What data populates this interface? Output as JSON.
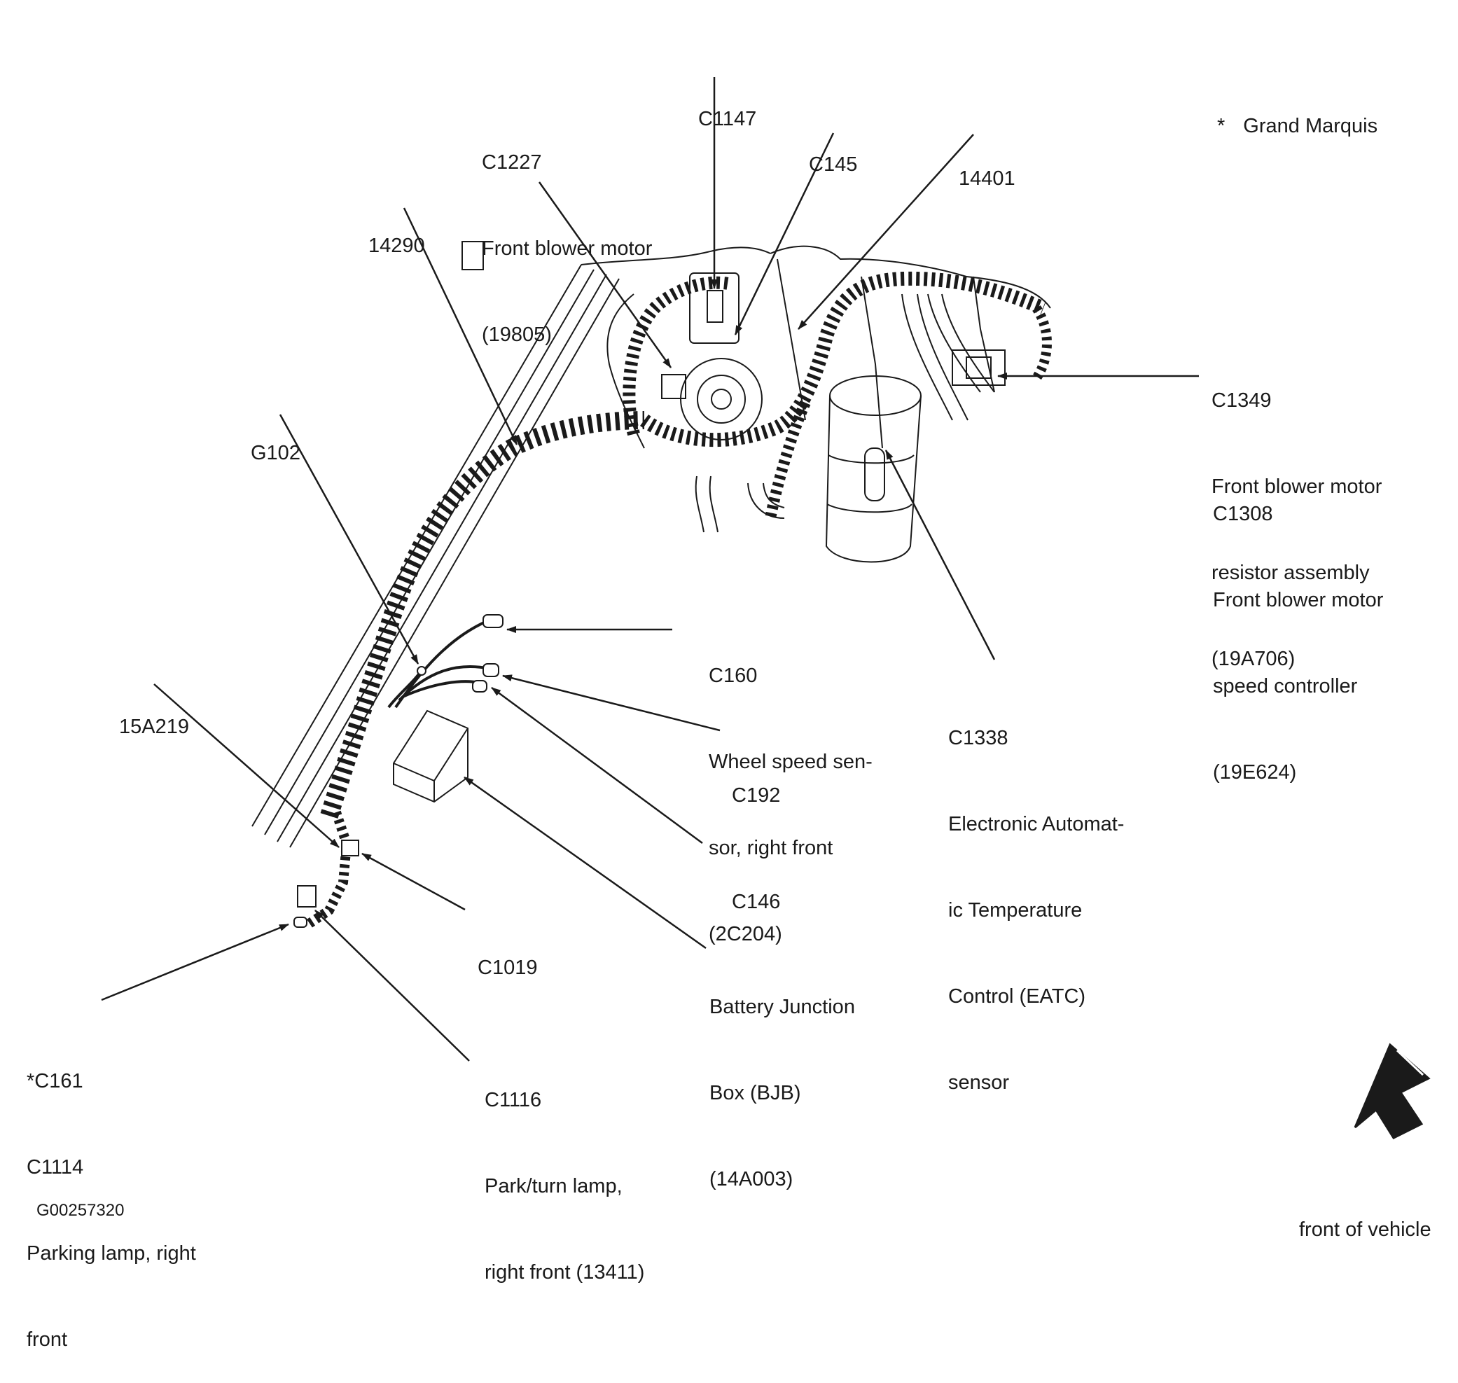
{
  "note": {
    "marker": "*",
    "text": "Grand Marquis"
  },
  "figure_id": "G00257320",
  "orientation_label": "front of vehicle",
  "callouts": {
    "c1147": [
      "C1147"
    ],
    "c1227": [
      "C1227",
      "Front blower motor",
      "(19805)"
    ],
    "c145": [
      "C145"
    ],
    "n14401": [
      "14401"
    ],
    "n14290": [
      "14290"
    ],
    "g102": [
      "G102"
    ],
    "c1349": [
      "C1349",
      "Front blower motor",
      "resistor assembly",
      "(19A706)"
    ],
    "c1308": [
      "C1308",
      "Front blower motor",
      "speed controller",
      "(19E624)"
    ],
    "c160": [
      "C160",
      "Wheel speed sen-",
      "sor, right front",
      "(2C204)"
    ],
    "c192": [
      "C192"
    ],
    "c1338": [
      "C1338",
      "Electronic Automat-",
      "ic Temperature",
      "Control (EATC)",
      "sensor"
    ],
    "n15a219": [
      "15A219"
    ],
    "c146": [
      "C146"
    ],
    "c1019": [
      "C1019"
    ],
    "bjb": [
      "Battery Junction",
      "Box (BJB)",
      "(14A003)"
    ],
    "c161": [
      "*C161",
      "C1114",
      "Parking lamp, right",
      "front"
    ],
    "c1116": [
      "C1116",
      "Park/turn lamp,",
      "right front (13411)"
    ]
  },
  "colors": {
    "ink": "#1a1a1a",
    "paper": "#ffffff"
  }
}
